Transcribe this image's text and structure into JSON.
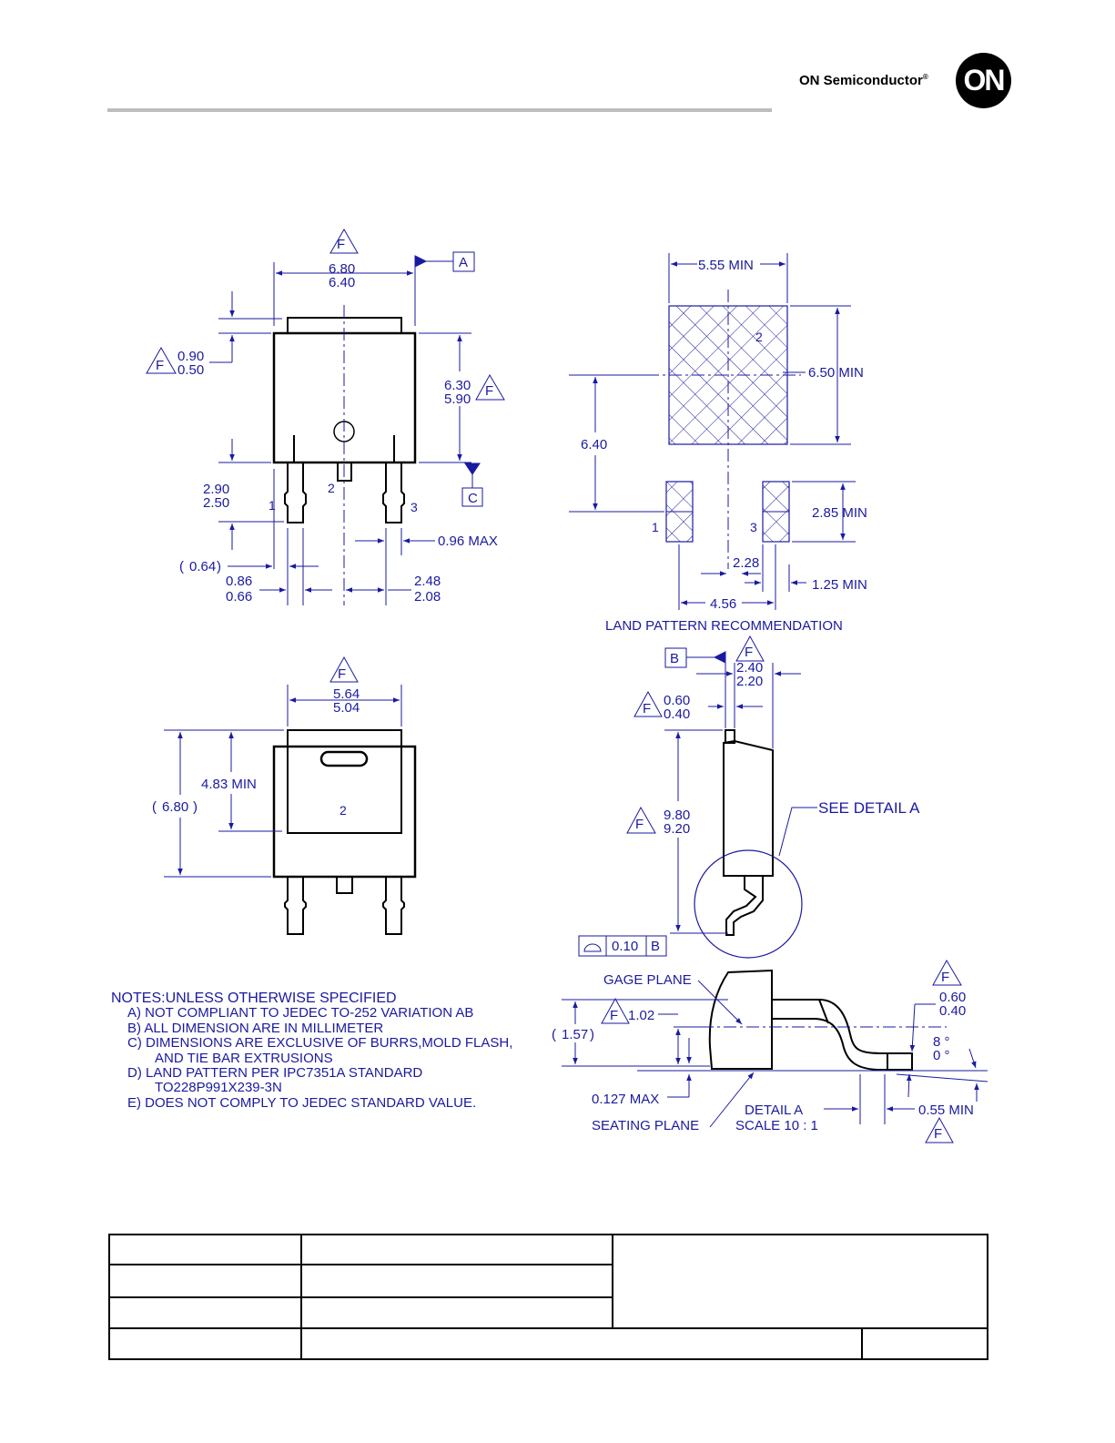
{
  "header": {
    "brand": "ON Semiconductor",
    "brand_mark": "®",
    "logo_text": "ON"
  },
  "top_view": {
    "dim_width_max": "6.80",
    "dim_width_min": "6.40",
    "datum_a": "A",
    "dim_tab_max": "0.90",
    "dim_tab_min": "0.50",
    "dim_body_max": "6.30",
    "dim_body_min": "5.90",
    "datum_c": "C",
    "dim_lead_max": "2.90",
    "dim_lead_min": "2.50",
    "pin1": "1",
    "pin2": "2",
    "pin3": "3",
    "dim_lead_width": "0.96 MAX",
    "dim_ref": "0.64",
    "dim_pitch_a_max": "0.86",
    "dim_pitch_a_min": "0.66",
    "dim_pitch_b_max": "2.48",
    "dim_pitch_b_min": "2.08"
  },
  "land_pattern": {
    "dim_top": "5.55 MIN",
    "dim_side": "6.50 MIN",
    "dim_height": "6.40",
    "pad_center": "2",
    "pad_left": "1",
    "pad_right": "3",
    "dim_pad_len": "2.85 MIN",
    "dim_half": "2.28",
    "dim_pad_w": "1.25 MIN",
    "dim_span": "4.56",
    "caption": "LAND PATTERN RECOMMENDATION"
  },
  "bottom_view": {
    "dim_w_max": "5.64",
    "dim_w_min": "5.04",
    "dim_min": "4.83 MIN",
    "dim_ref": "6.80",
    "pad": "2"
  },
  "side_view": {
    "datum_b": "B",
    "dim_t_max": "2.40",
    "dim_t_min": "2.20",
    "dim_tab_max": "0.60",
    "dim_tab_min": "0.40",
    "dim_len_max": "9.80",
    "dim_len_min": "9.20",
    "see_detail": "SEE DETAIL A",
    "tol_value": "0.10",
    "tol_datum": "B"
  },
  "detail_a": {
    "gage_plane": "GAGE PLANE",
    "dim_ref": "1.57",
    "dim_gage": "1.02",
    "dim_lead_max": "0.60",
    "dim_lead_min": "0.40",
    "angle_max": "8 °",
    "angle_min": "0 °",
    "dim_stand": "0.127 MAX",
    "seating_plane": "SEATING PLANE",
    "title": "DETAIL A",
    "scale": "SCALE 10 : 1",
    "dim_foot": "0.55 MIN"
  },
  "flag_letter": "F",
  "notes": {
    "title": "NOTES:UNLESS OTHERWISE SPECIFIED",
    "a": "A)   NOT COMPLIANT TO JEDEC TO-252 VARIATION AB",
    "b": "B)   ALL DIMENSION ARE IN MILLIMETER",
    "c": "C)   DIMENSIONS ARE EXCLUSIVE OF BURRS,MOLD FLASH,",
    "c_cont": "AND TIE BAR EXTRUSIONS",
    "d": "D)   LAND PATTERN PER IPC7351A STANDARD",
    "d_cont": "TO228P991X239-3N",
    "e": "E)   DOES NOT COMPLY TO JEDEC STANDARD VALUE."
  }
}
